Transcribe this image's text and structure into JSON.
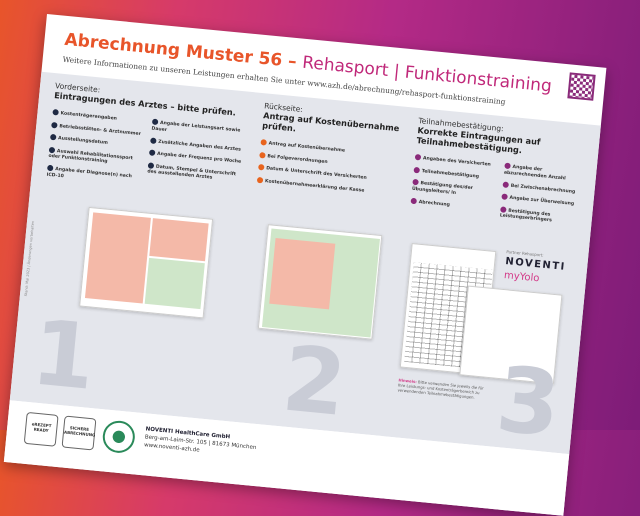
{
  "header": {
    "title_main": "Abrechnung Muster 56 – ",
    "title_sub": "Rehasport | Funktionstraining",
    "tagline": "Weitere Informationen zu unseren Leistungen erhalten Sie unter www.azh.de/abrechnung/rehasport-funktionstraining"
  },
  "section1": {
    "number": "1",
    "label": "Vorderseite:",
    "heading": "Eintragungen des Arztes – bitte prüfen.",
    "color": "#1f2a44",
    "items": [
      "Kostenträgerangaben",
      "Betriebsstätten- & Arztnummer",
      "Ausstellungsdatum",
      "Auswahl Rehabilitationssport oder Funktionstraining",
      "Angabe der Diagnose(n) nach ICD-10",
      "Angabe der Leistungsart sowie Dauer",
      "Zusätzliche Angaben des Arztes",
      "Angabe der Frequenz pro Woche",
      "Datum, Stempel & Unterschrift des ausstellenden Arztes"
    ]
  },
  "section2": {
    "number": "2",
    "label": "Rückseite:",
    "heading": "Antrag auf Kostenübernahme prüfen.",
    "color": "#e8641e",
    "items": [
      "Antrag auf Kostenübernahme",
      "Bei Folgeverordnungen",
      "Datum & Unterschrift des Versicherten",
      "Kostenübernahmeerklärung der Kasse"
    ]
  },
  "section3": {
    "number": "3",
    "label": "Teilnahmebestätigung:",
    "heading": "Korrekte Eintragungen auf Teilnahmebestätigung.",
    "color": "#8a2a7a",
    "items": [
      "Angaben des Versicherten",
      "Teilnahmebestätigung",
      "Bestätigung des/der Übungsleiters/ in",
      "Abrechnung",
      "Angabe der abzurechnenden Anzahl",
      "Bei Zwischenabrechnung",
      "Angabe zur Überweisung",
      "Bestätigung des Leistungserbringers"
    ],
    "note_label": "Hinweis:",
    "note": "Bitte verwenden Sie jeweils die für Ihre Leistungs- und Kostenträgerbereich zu verwendenden Teilnahmebestätigungen."
  },
  "partner": {
    "label": "Partner Rehasport:",
    "brand1": "NOVENTI",
    "brand2": "myYolo"
  },
  "footer": {
    "badges": [
      "eREZEPT READY",
      "SICHERE ABRECHNUNG"
    ],
    "company": "NOVENTI HealthCare GmbH",
    "address": "Berg-am-Laim-Str. 105 | 81673 München",
    "web": "www.noventi-azh.de",
    "side_text": "Stand: Mai 2023 | Änderungen vorbehalten"
  }
}
